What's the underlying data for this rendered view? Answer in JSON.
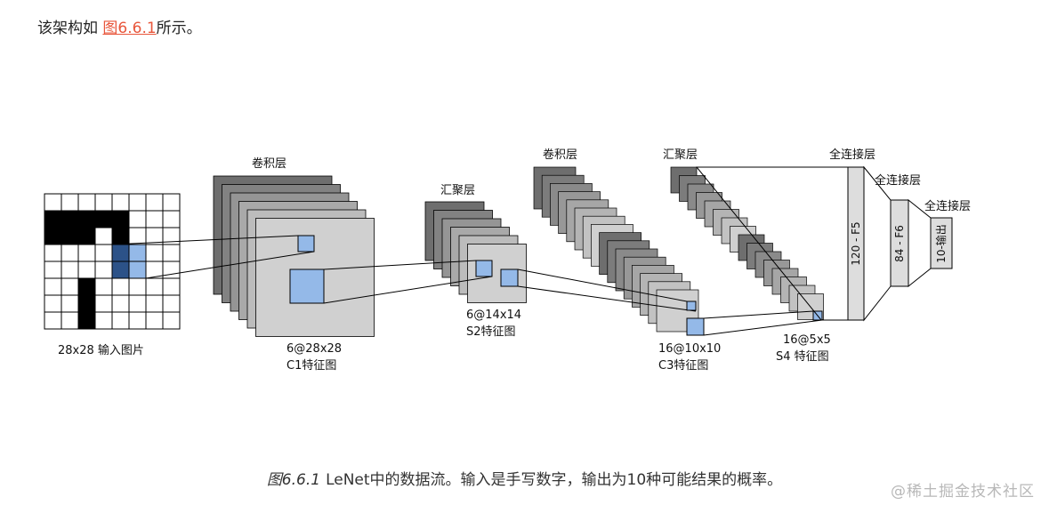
{
  "intro": {
    "prefix": "该架构如 ",
    "link": "图6.6.1",
    "suffix": "所示。"
  },
  "diagram": {
    "input_label": "28x28 输入图片",
    "conv1_title": "卷积层",
    "conv1_size": "6@28x28",
    "conv1_name": "C1特征图",
    "pool1_title": "汇聚层",
    "pool1_size": "6@14x14",
    "pool1_name": "S2特征图",
    "conv2_title": "卷积层",
    "conv2_size": "16@10x10",
    "conv2_name": "C3特征图",
    "pool2_title": "汇聚层",
    "pool2_size": "16@5x5",
    "pool2_name": "S4 特征图",
    "fc1_title": "全连接层",
    "fc1_label": "120 - F5",
    "fc2_title": "全连接层",
    "fc2_label": "84 - F6",
    "fc3_title": "全连接层",
    "fc3_label": "10-输出",
    "input_pixels": [
      "00000000",
      "11111000",
      "11101000",
      "00000000",
      "00000000",
      "00100000",
      "00100000",
      "00100000"
    ],
    "colors": {
      "highlight": "#94b9e8",
      "highlight_dark": "#2c5288",
      "dark_map": "#6e6e6e",
      "light_map": "#d0d0d0"
    }
  },
  "caption": {
    "fig_num": "图6.6.1",
    "text": "LeNet中的数据流。输入是手写数字，输出为10种可能结果的概率。"
  },
  "watermark": "@稀土掘金技术社区"
}
